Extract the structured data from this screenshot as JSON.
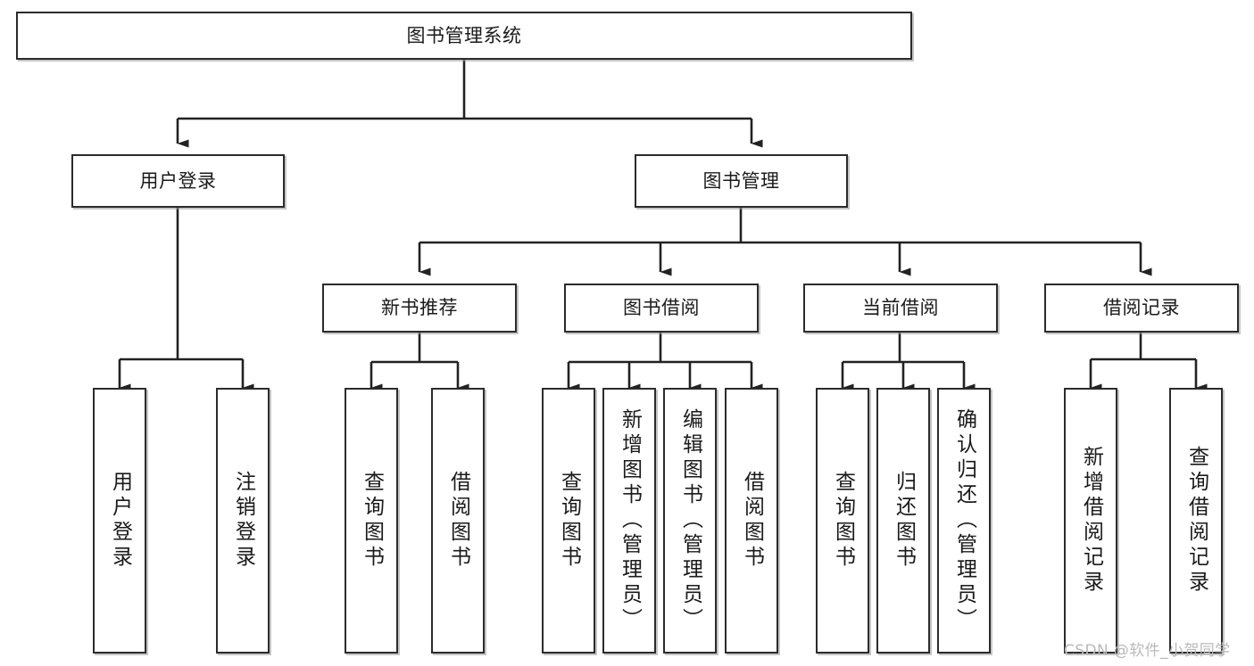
{
  "diagram": {
    "type": "tree-hierarchy-chart",
    "title": "图书管理系统",
    "orientation": "top-down",
    "colors": {
      "node_border": "#2b2b2b",
      "node_fill": "#ffffff",
      "edge": "#222222",
      "text": "#1a1a1a",
      "watermark": "#b9b9b9",
      "background": "#ffffff"
    }
  },
  "nodes": {
    "root": {
      "label": "图书管理系统",
      "level": 1,
      "orientation": "horizontal"
    },
    "l2": [
      {
        "id": "user-login",
        "label": "用户登录",
        "level": 2,
        "orientation": "horizontal"
      },
      {
        "id": "book-manage",
        "label": "图书管理",
        "level": 2,
        "orientation": "horizontal"
      }
    ],
    "l3": [
      {
        "id": "new-book-recommend",
        "label": "新书推荐",
        "level": 3,
        "orientation": "horizontal"
      },
      {
        "id": "book-borrow",
        "label": "图书借阅",
        "level": 3,
        "orientation": "horizontal"
      },
      {
        "id": "current-borrow",
        "label": "当前借阅",
        "level": 3,
        "orientation": "horizontal"
      },
      {
        "id": "borrow-record",
        "label": "借阅记录",
        "level": 3,
        "orientation": "horizontal"
      }
    ],
    "leaves": [
      {
        "id": "leaf-user-login",
        "label": "用户登录",
        "parent": "user-login",
        "orientation": "vertical"
      },
      {
        "id": "leaf-user-logout",
        "label": "注销登录",
        "parent": "user-login",
        "orientation": "vertical"
      },
      {
        "id": "leaf-query-book-1",
        "label": "查询图书",
        "parent": "new-book-recommend",
        "orientation": "vertical"
      },
      {
        "id": "leaf-borrow-book-1",
        "label": "借阅图书",
        "parent": "new-book-recommend",
        "orientation": "vertical"
      },
      {
        "id": "leaf-query-book-2",
        "label": "查询图书",
        "parent": "book-borrow",
        "orientation": "vertical"
      },
      {
        "id": "leaf-add-book",
        "label": "新增图书（管理员）",
        "parent": "book-borrow",
        "orientation": "vertical"
      },
      {
        "id": "leaf-edit-book",
        "label": "编辑图书（管理员）",
        "parent": "book-borrow",
        "orientation": "vertical"
      },
      {
        "id": "leaf-borrow-book-2",
        "label": "借阅图书",
        "parent": "book-borrow",
        "orientation": "vertical"
      },
      {
        "id": "leaf-query-book-3",
        "label": "查询图书",
        "parent": "current-borrow",
        "orientation": "vertical"
      },
      {
        "id": "leaf-return-book",
        "label": "归还图书",
        "parent": "current-borrow",
        "orientation": "vertical"
      },
      {
        "id": "leaf-confirm-return",
        "label": "确认归还（管理员）",
        "parent": "current-borrow",
        "orientation": "vertical"
      },
      {
        "id": "leaf-add-borrow-record",
        "label": "新增借阅记录",
        "parent": "borrow-record",
        "orientation": "vertical"
      },
      {
        "id": "leaf-query-borrow-record",
        "label": "查询借阅记录",
        "parent": "borrow-record",
        "orientation": "vertical"
      }
    ]
  },
  "watermark": {
    "text": "CSDN @软件_小贺同学"
  }
}
